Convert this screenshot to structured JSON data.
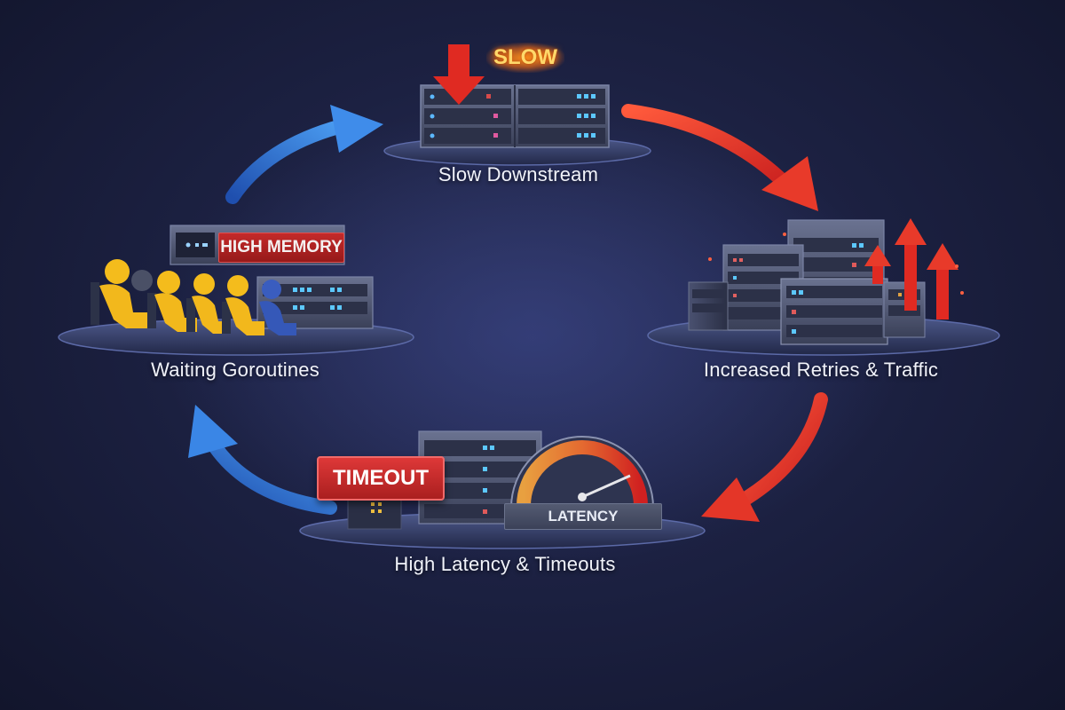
{
  "nodes": {
    "slow_downstream": {
      "label": "Slow Downstream",
      "tag": "SLOW"
    },
    "increased_retries": {
      "label": "Increased Retries & Traffic"
    },
    "high_latency": {
      "label": "High Latency & Timeouts",
      "tag_timeout": "TIMEOUT",
      "tag_latency": "LATENCY"
    },
    "waiting_goroutines": {
      "label": "Waiting Goroutines",
      "tag": "HIGH MEMORY"
    }
  },
  "colors": {
    "warning_arrow": "#e53a2c",
    "recovery_arrow": "#2f7de0",
    "alert_red": "#c42a2a",
    "goroutine_yellow": "#f2b81c",
    "goroutine_blue": "#3a5dbf"
  },
  "icons": [
    "down-arrow-icon",
    "server-rack-icon",
    "up-arrow-icon",
    "gauge-icon",
    "person-icon",
    "chair-icon"
  ]
}
